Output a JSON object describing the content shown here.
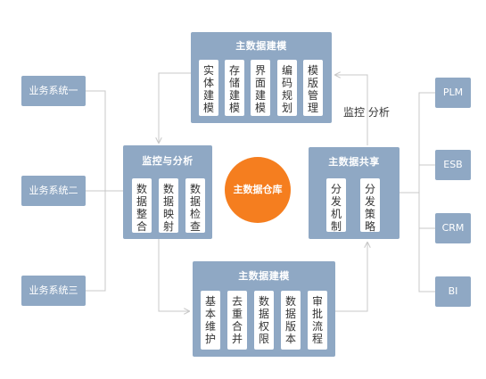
{
  "left_systems": [
    "业务系统一",
    "业务系统二",
    "业务系统三"
  ],
  "right_systems": [
    "PLM",
    "ESB",
    "CRM",
    "BI"
  ],
  "hub_label": "主数据仓库",
  "top_panel": {
    "title": "主数据建模",
    "cards": [
      "实体建模",
      "存储建模",
      "界面建模",
      "编码规划",
      "模版管理"
    ]
  },
  "left_panel": {
    "title": "监控与分析",
    "cards": [
      "数据整合",
      "数据映射",
      "数据检查"
    ]
  },
  "right_panel": {
    "title": "主数据共享",
    "cards": [
      "分发机制",
      "分发策略"
    ]
  },
  "bottom_panel": {
    "title": "主数据建模",
    "cards": [
      "基本维护",
      "去重合并",
      "数据权限",
      "数据版本",
      "审批流程"
    ]
  },
  "annotation": "监控  分析",
  "colors": {
    "panel": "#8fa8c4",
    "hub": "#f57e1f",
    "connector": "#c8c8c8"
  }
}
